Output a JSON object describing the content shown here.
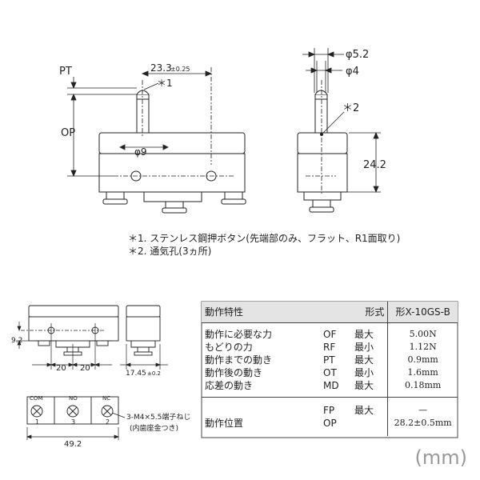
{
  "top_drawing": {
    "pt": "PT",
    "op": "OP",
    "dim_23": "23.3",
    "dim_23_tol": "±0.25",
    "note_mark_1": "＊1",
    "dim_phi9": "φ9",
    "dim_phi52": "φ5.2",
    "dim_phi4": "φ4",
    "note_mark_2": "＊2",
    "dim_242": "24.2"
  },
  "notes": [
    "＊1. ステンレス鋼押ボタン(先端部のみ、フラット、R1面取り)",
    "＊2. 通気孔(3ヵ所)"
  ],
  "small_drawing": {
    "dim_92": "9.2",
    "dim_20a": "20",
    "dim_20b": "20",
    "dim_1745": "17.45",
    "dim_1745_tol": "±0.2",
    "term_com": "COM",
    "term_no": "NO",
    "term_nc": "NC",
    "num_1": "1",
    "num_3": "3",
    "num_2": "2",
    "screw_note_1": "3-M4×5.5端子ねじ",
    "screw_note_2": "(内歯座金つき)",
    "dim_492": "49.2"
  },
  "spec_table": {
    "header": {
      "col1": "動作特性",
      "col2": "形式",
      "col3": "形X-10GS-B"
    },
    "rows": [
      {
        "name": "動作に必要な力",
        "code": "OF",
        "limit": "最大",
        "value": "5.00N"
      },
      {
        "name": "もどりの力",
        "code": "RF",
        "limit": "最小",
        "value": "1.12N"
      },
      {
        "name": "動作までの動き",
        "code": "PT",
        "limit": "最大",
        "value": "0.9mm"
      },
      {
        "name": "動作後の動き",
        "code": "OT",
        "limit": "最小",
        "value": "1.6mm"
      },
      {
        "name": "応差の動き",
        "code": "MD",
        "limit": "最大",
        "value": "0.18mm"
      }
    ],
    "position": {
      "name": "動作位置",
      "fp_code": "FP",
      "fp_limit": "最大",
      "fp_value": "—",
      "op_code": "OP",
      "op_value": "28.2±0.5mm"
    }
  },
  "unit": "(mm)"
}
